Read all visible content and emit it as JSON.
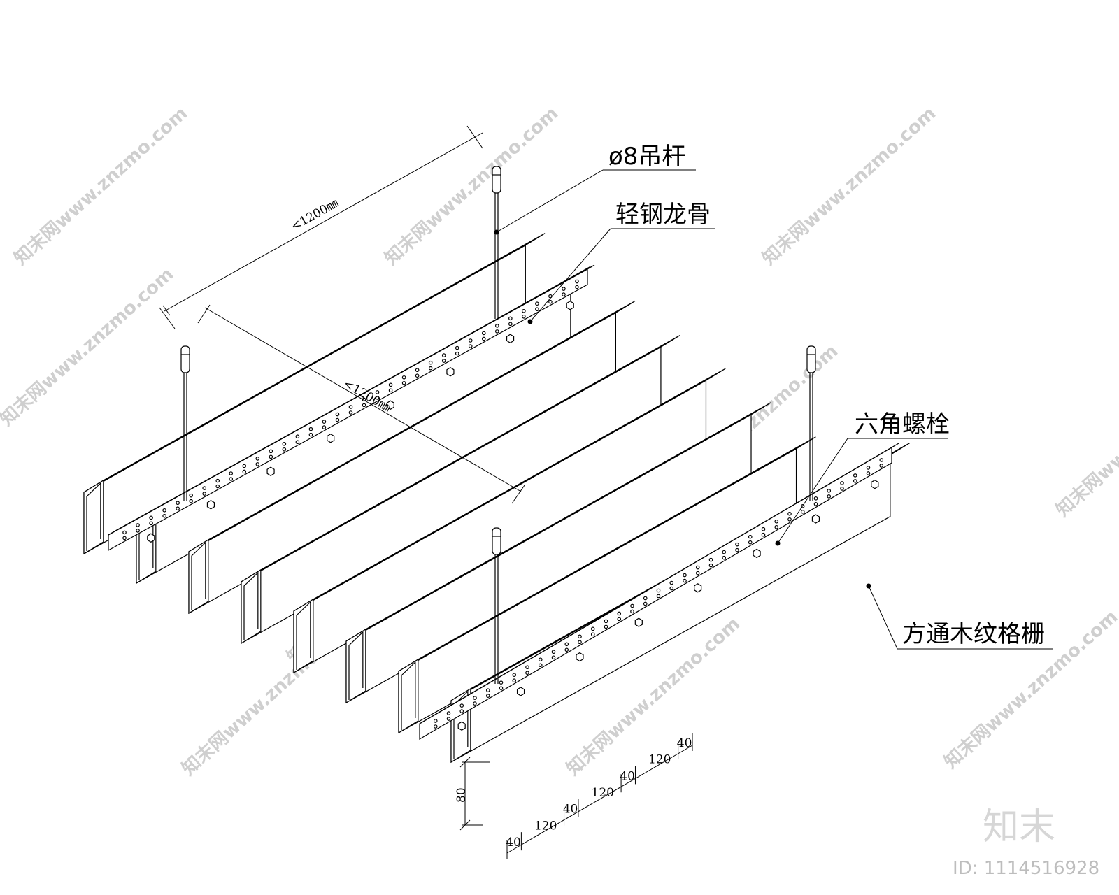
{
  "labels": {
    "rod": "ø8吊杆",
    "keel": "轻钢龙骨",
    "bolt": "六角螺栓",
    "grille": "方通木纹格栅"
  },
  "dimensions": {
    "span_long": "<1200㎜",
    "span_short": "<1200㎜",
    "height": "80",
    "widths": [
      "40",
      "120",
      "40",
      "120",
      "40",
      "120",
      "40"
    ]
  },
  "watermark": {
    "text": "知末网www.znzmo.com",
    "brand": "知末",
    "id": "ID: 1114516928"
  },
  "colors": {
    "line": "#000000",
    "watermark": "#cfcfcf"
  }
}
